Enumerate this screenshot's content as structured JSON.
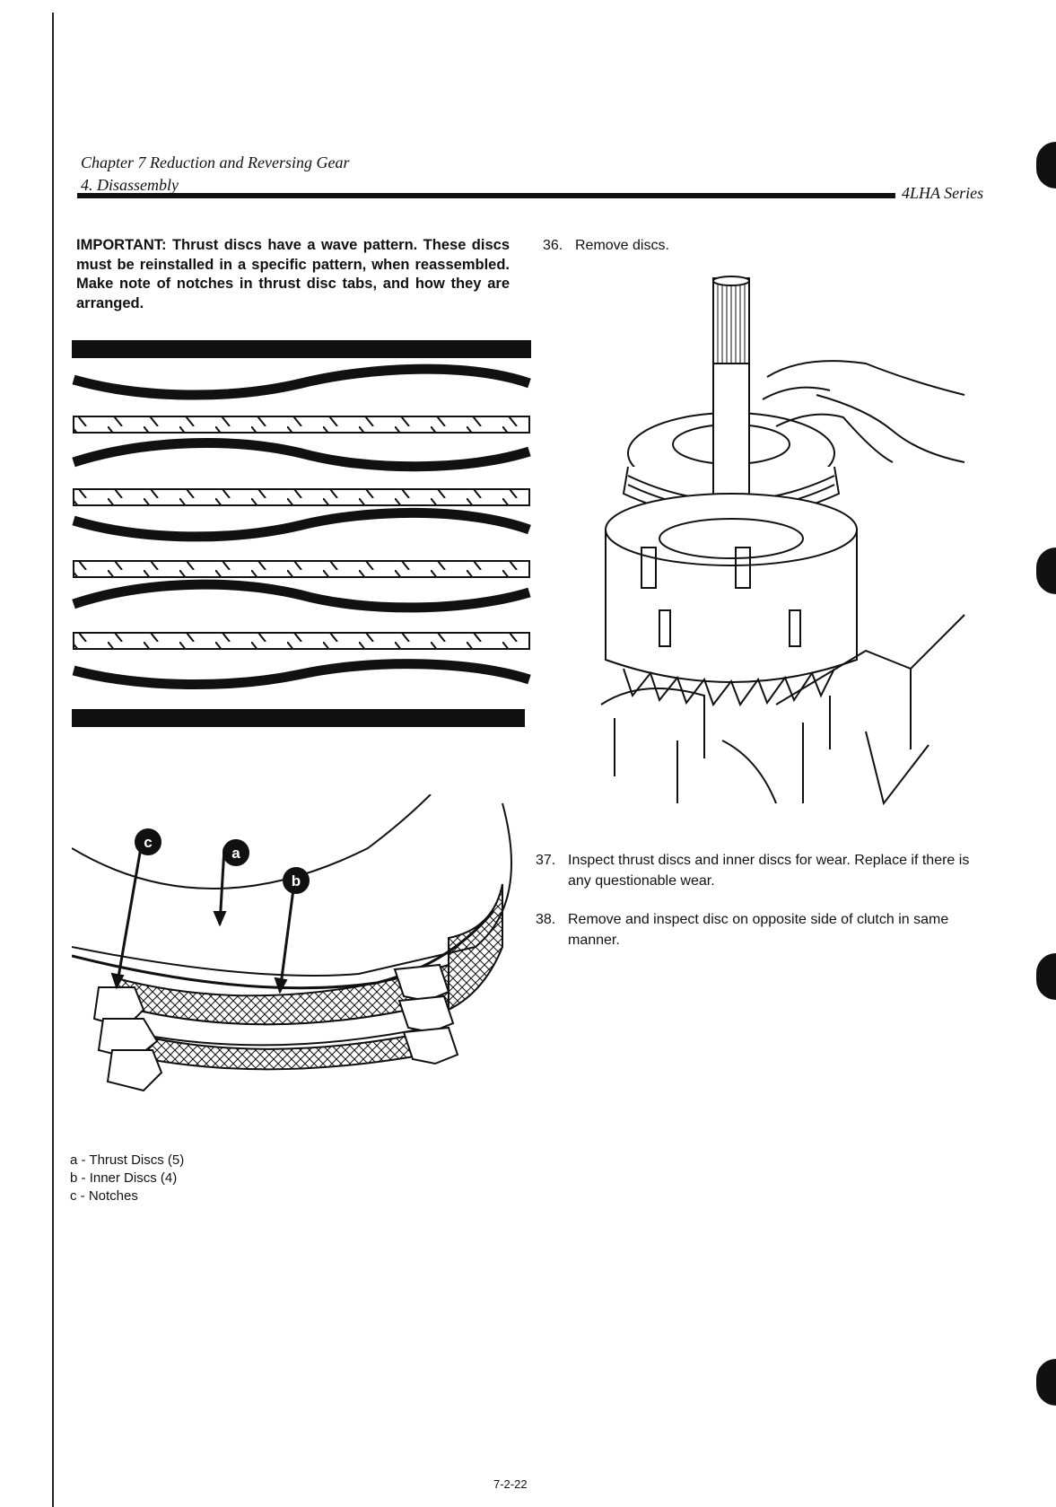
{
  "header": {
    "chapter": "Chapter 7 Reduction and Reversing Gear",
    "section": "4. Disassembly",
    "series": "4LHA Series"
  },
  "important": "IMPORTANT: Thrust discs have a wave pattern. These discs must be reinstalled in a specific pattern, when reassembled. Make note of notches in thrust disc tabs, and how they are arranged.",
  "steps": [
    {
      "number": "36.",
      "text": "Remove discs."
    },
    {
      "number": "37.",
      "text": "Inspect thrust discs and inner discs for wear. Replace if there is any questionable wear."
    },
    {
      "number": "38.",
      "text": "Remove and inspect disc on opposite side of clutch in same manner."
    }
  ],
  "callouts": [
    "c",
    "a",
    "b"
  ],
  "legend": [
    {
      "key": "a",
      "text": "Thrust Discs (5)"
    },
    {
      "key": "b",
      "text": "Inner Discs (4)"
    },
    {
      "key": "c",
      "text": "Notches"
    }
  ],
  "page_number": "7-2-22"
}
